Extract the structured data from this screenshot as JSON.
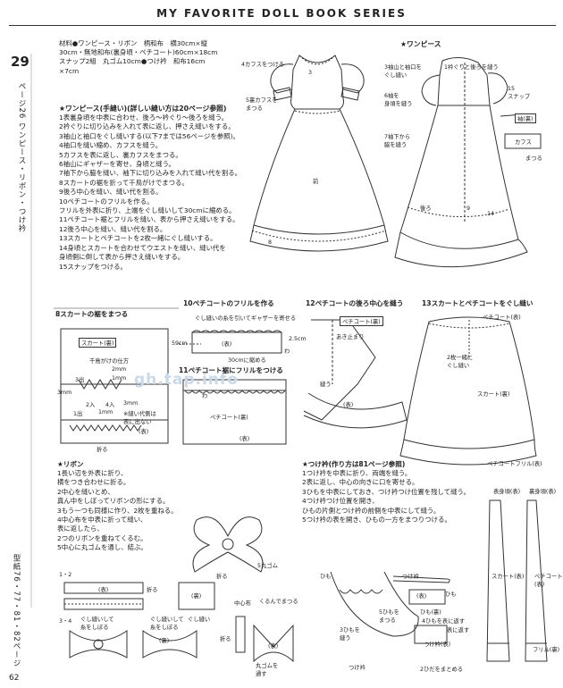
{
  "header": {
    "series": "MY FAVORITE DOLL BOOK SERIES"
  },
  "chapter": {
    "number": "29",
    "vertical": "ページ26 ワンピース・リボン・つけ衿"
  },
  "materials": "材料●ワンピース・リボン　柄和布　横30cm×縦\n30cm・無地和布(裏身頃・ペチコート)60cm×18cm\nスナップ2組　丸ゴム10cm●つけ衿　和布16cm\n×7cm",
  "onepiece_steps_title": "★ワンピース(手縫い)(詳しい縫い方は20ページ参照)",
  "onepiece_steps": [
    "1表裏身頃を中表に合わせ、後ろ〜衿ぐり〜後ろを縫う。",
    "2衿ぐりに切り込みを入れて表に返し、押さえ縫いをする。",
    "3袖山と袖口をぐし縫いする(以下7までは56ページを参照)。",
    "4袖口を縫い縮め、カフスを縫う。",
    "5カフスを表に返し、裏カフスをまつる。",
    "6袖山にギャザーを寄せ、身頃と縫う。",
    "7袖下から脇を縫い、袖下に切り込みを入れて縫い代を割る。",
    "8スカートの裾を折って千鳥がけでまつる。",
    "9後ろ中心を縫い、縫い代を割る。",
    "10ペチコートのフリルを作る。",
    "フリルを外表に折り、上端をぐし縫いして30cmに縮める。",
    "11ペチコート裾とフリルを縫い、表から押さえ縫いをする。",
    "12後ろ中心を縫い、縫い代を割る。",
    "13スカートとペチコートを2枚一緒にぐし縫いする。",
    "14身頃とスカートを合わせてウエストを縫い、縫い代を",
    "身頃側に倒して表から押さえ縫いをする。",
    "15スナップをつける。"
  ],
  "dress_front": {
    "labels": [
      "4カフスをつける",
      "5裏カフスを\nまつる",
      "前",
      "3",
      "8"
    ]
  },
  "dress_back": {
    "title": "★ワンピース",
    "labels": [
      "3袖山と袖口を\nぐし縫い",
      "1衿ぐりと後ろを縫う",
      "6袖を\n身頃を縫う",
      "7袖下から\n脇を縫う",
      "後ろ",
      "9",
      "14",
      "15\nスナップ",
      "袖(裏)",
      "カフス",
      "まつる"
    ]
  },
  "hem": {
    "title": "8スカートの裾をまつる",
    "labels": [
      "スカート(裏)",
      "千鳥がけの仕方",
      "2mm",
      "1mm",
      "3mm",
      "3出",
      "1出",
      "2入",
      "4入",
      "1mm",
      "3mm",
      "※縫い代側は\n表に出ない",
      "折る",
      "(表)"
    ]
  },
  "frill": {
    "title": "10ペチコートのフリルを作る",
    "labels": [
      "ぐし縫いの糸を引いてギャザーを寄せる",
      "59cm",
      "30cmに縮める",
      "わ",
      "(表)",
      "2.5cm"
    ]
  },
  "petti_hem": {
    "title": "11ペチコート裾にフリルをつける",
    "labels": [
      "ペチコート(裏)",
      "わ",
      "(表)"
    ]
  },
  "back_center": {
    "title": "12ペチコートの後ろ中心を縫う",
    "labels": [
      "ペチコート(裏)",
      "あき止まり",
      "縫う",
      "(表)"
    ]
  },
  "gather": {
    "title": "13スカートとペチコートをぐし縫い",
    "labels": [
      "ペチコート(表)",
      "2枚一緒に\nぐし縫い",
      "スカート(裏)",
      "ペチコートフリル(表)"
    ]
  },
  "ribbon": {
    "title": "★リボン",
    "steps": [
      "1長い辺を外表に折り、",
      "横をつき合わせに折る。",
      "2中心を縫いとめ、",
      "真ん中をしぼってリボンの形にする。",
      "3もう一つも同様に作り、2枚を重ねる。",
      "4中心布を中表に折って縫い、",
      "表に返したら、",
      "2つのリボンを重ねてくるむ。",
      "5中心に丸ゴムを通し、結ぶ。"
    ],
    "labels": [
      "1・2",
      "3・4",
      "折る",
      "(表)",
      "折る",
      "ぐし縫い",
      "(裏)",
      "5丸ゴム",
      "ぐし縫いして\n糸をしぼる",
      "ぐし縫いして\n糸をしぼる",
      "中心布",
      "くるんでまつる",
      "(表)",
      "丸ゴムを\n通す",
      "折る",
      "(裏)"
    ]
  },
  "collar": {
    "title": "★つけ衿(作り方は81ページ参照)",
    "steps": [
      "1つけ衿を中表に折り、両端を縫う。",
      "2表に返し、中心の向きに口を寄せる。",
      "3ひもを中表にしておき、つけ衿つけ位置を残して縫う。",
      "4つけ衿つけ位置を開き、",
      "ひもの片側とつけ衿の前側を中表にして縫う。",
      "5つけ衿の表を開き、ひもの一方をまつりつける。"
    ],
    "labels": [
      "ひも",
      "3ひもを\n縫う",
      "5ひもを\nまつる",
      "つけ衿",
      "表身頃(表)",
      "裏身頃(表)",
      "スカート(表)",
      "ペチコート(表)",
      "フリル(裏)",
      "(表)",
      "ひも",
      "つけ衿",
      "4ひもを表に返す",
      "2ひだをまとめる",
      "ひも(裏)",
      "表に返す",
      "つけ衿(表)"
    ]
  },
  "side_pattern": "型紙76・77・81・82ページ",
  "page_number": "62",
  "watermark": "gh.tap.info"
}
